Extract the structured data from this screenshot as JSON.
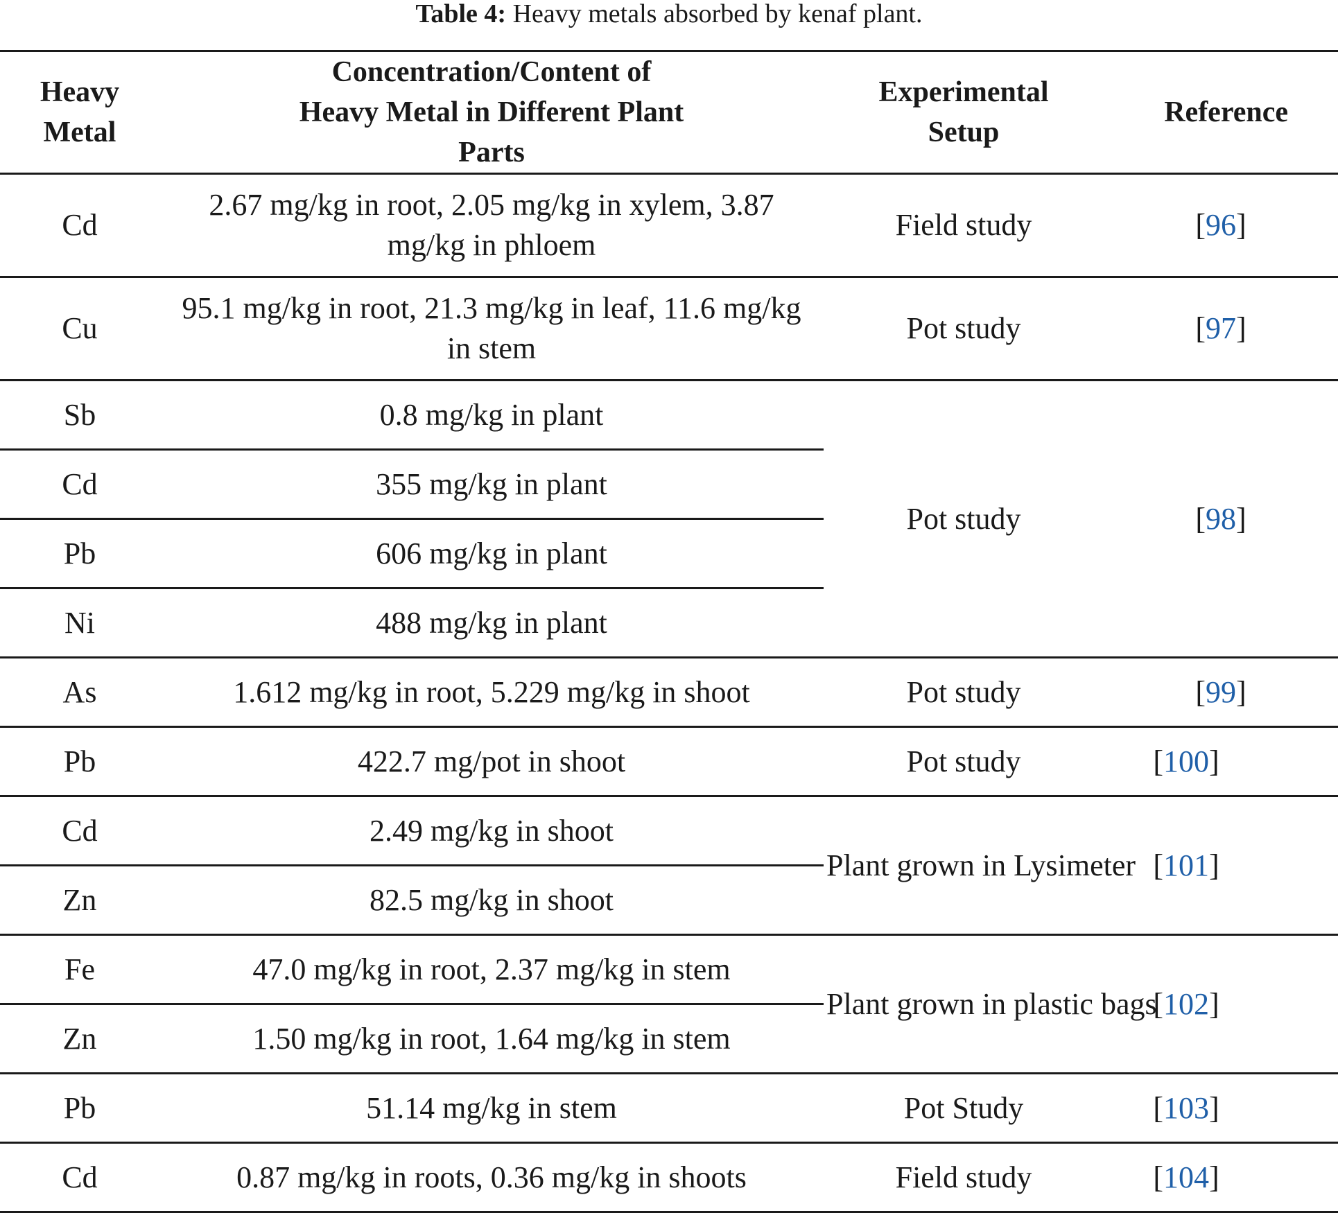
{
  "caption": {
    "label": "Table 4:",
    "text": " Heavy metals absorbed by kenaf plant."
  },
  "headers": {
    "metal": "Heavy Metal",
    "concentration": "Concentration/Content of Heavy Metal in Different Plant Parts",
    "setup": "Experimental Setup",
    "reference": "Reference"
  },
  "groups": [
    {
      "setup": "Field study",
      "ref": "96",
      "rows": [
        {
          "metal": "Cd",
          "concentration": "2.67 mg/kg in root, 2.05 mg/kg in xylem, 3.87 mg/kg in phloem"
        }
      ]
    },
    {
      "setup": "Pot study",
      "ref": "97",
      "rows": [
        {
          "metal": "Cu",
          "concentration": "95.1 mg/kg in root, 21.3 mg/kg in leaf, 11.6 mg/kg in stem"
        }
      ]
    },
    {
      "setup": "Pot study",
      "ref": "98",
      "rows": [
        {
          "metal": "Sb",
          "concentration": "0.8 mg/kg in plant"
        },
        {
          "metal": "Cd",
          "concentration": "355 mg/kg in plant"
        },
        {
          "metal": "Pb",
          "concentration": "606 mg/kg in plant"
        },
        {
          "metal": "Ni",
          "concentration": "488 mg/kg in plant"
        }
      ]
    },
    {
      "setup": "Pot study",
      "ref": "99",
      "rows": [
        {
          "metal": "As",
          "concentration": "1.612 mg/kg in root, 5.229 mg/kg in shoot"
        }
      ]
    },
    {
      "setup": "Pot study",
      "ref": "100",
      "rows": [
        {
          "metal": "Pb",
          "concentration": "422.7 mg/pot in shoot"
        }
      ]
    },
    {
      "setup": "Plant grown in Lysimeter",
      "ref": "101",
      "rows": [
        {
          "metal": "Cd",
          "concentration": "2.49 mg/kg in shoot"
        },
        {
          "metal": "Zn",
          "concentration": "82.5 mg/kg in shoot"
        }
      ]
    },
    {
      "setup": "Plant grown in plastic bags",
      "ref": "102",
      "rows": [
        {
          "metal": "Fe",
          "concentration": "47.0 mg/kg in root, 2.37 mg/kg in stem"
        },
        {
          "metal": "Zn",
          "concentration": "1.50 mg/kg in root, 1.64 mg/kg in stem"
        }
      ]
    },
    {
      "setup": "Pot Study",
      "ref": "103",
      "rows": [
        {
          "metal": "Pb",
          "concentration": "51.14 mg/kg in stem"
        }
      ]
    },
    {
      "setup": "Field study",
      "ref": "104",
      "rows": [
        {
          "metal": "Cd",
          "concentration": "0.87 mg/kg in roots, 0.36 mg/kg in shoots"
        }
      ]
    }
  ],
  "colors": {
    "text": "#1a1a1a",
    "reference_link": "#1f5fa8"
  }
}
